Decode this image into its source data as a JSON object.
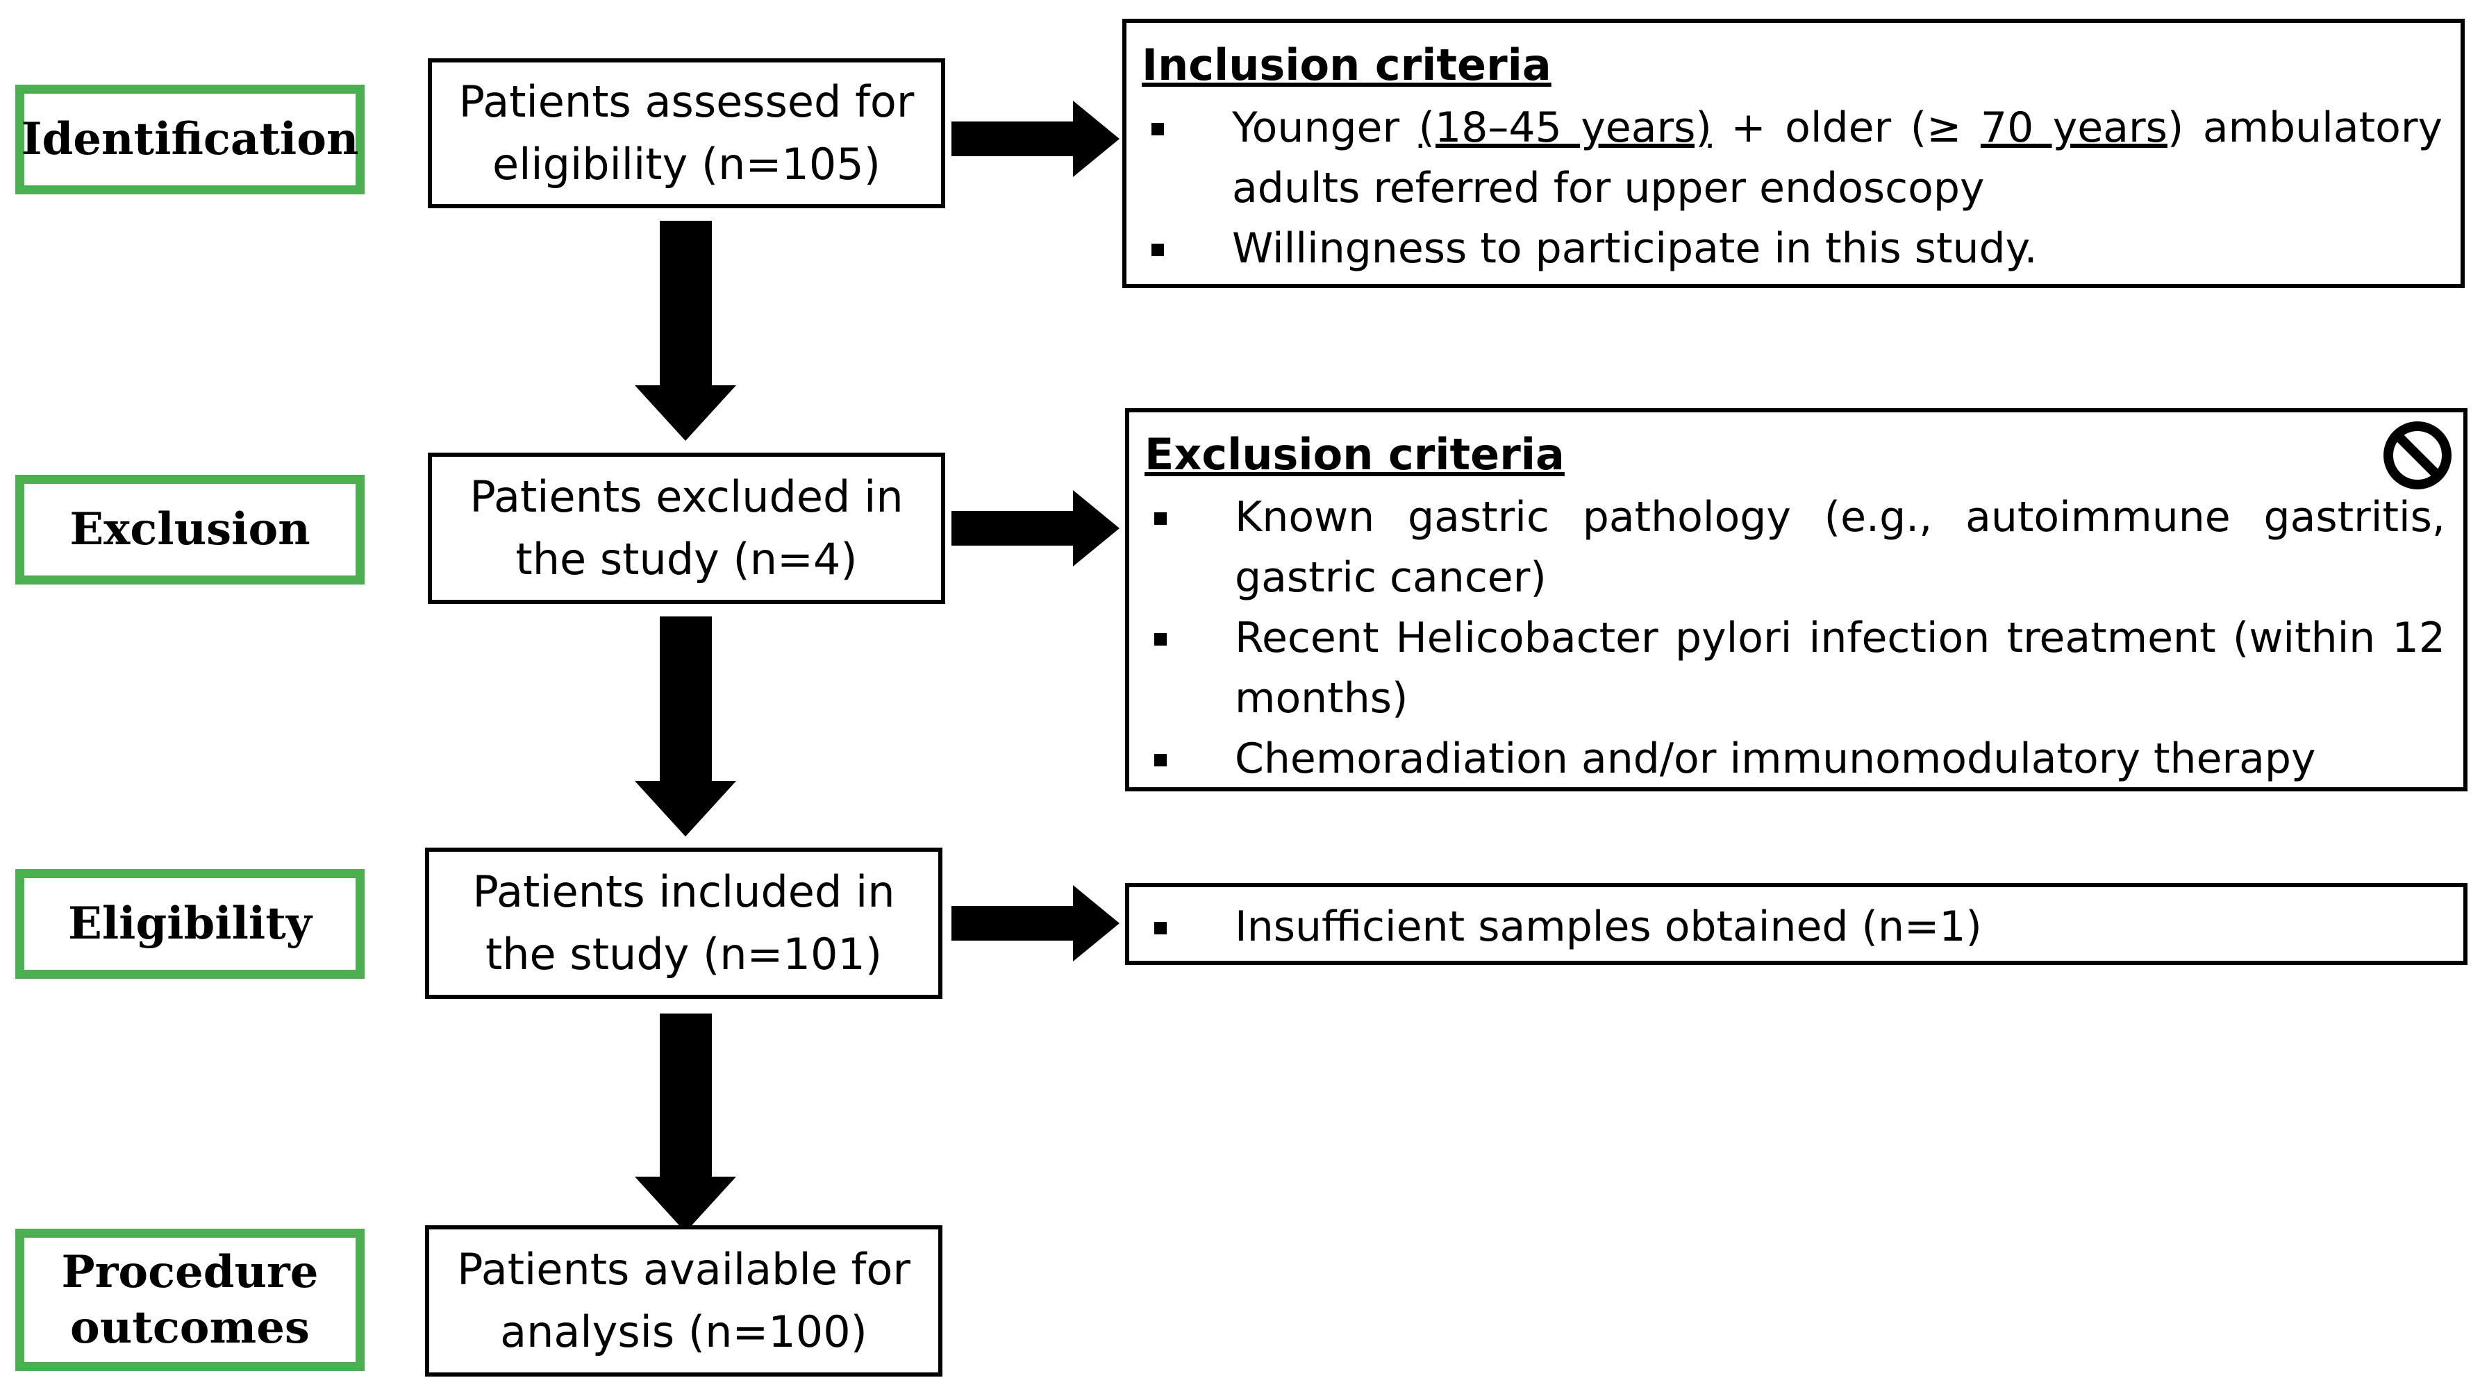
{
  "stages": [
    {
      "label": "Identification"
    },
    {
      "label": "Exclusion"
    },
    {
      "label": "Eligibility"
    },
    {
      "label": "Procedure outcomes"
    }
  ],
  "flow": [
    {
      "text": "Patients assessed for eligibility (n=105)"
    },
    {
      "text": "Patients excluded in the study (n=4)"
    },
    {
      "text": "Patients included in the study (n=101)"
    },
    {
      "text": "Patients available for analysis (n=100)"
    }
  ],
  "inclusion": {
    "title": "Inclusion criteria",
    "item1": {
      "prefix": "Younger ",
      "range_young": "(18–45 years)",
      "middle": " + older (≥ ",
      "range_old": "70 years",
      "suffix": ") ambulatory adults referred for upper endoscopy"
    },
    "item2": "Willingness to participate in this study."
  },
  "exclusion": {
    "title": "Exclusion criteria",
    "items": [
      "Known gastric pathology (e.g., autoimmune gastritis, gastric cancer)",
      "Recent Helicobacter pylori infection treatment (within 12 months)",
      "Chemoradiation and/or immunomodulatory therapy"
    ],
    "icon": "prohibited-icon"
  },
  "eligibility_note": {
    "items": [
      "Insufficient samples obtained (n=1)"
    ]
  },
  "colors": {
    "stage_border": "#4caf50",
    "box_border": "#000000",
    "arrow": "#000000"
  }
}
